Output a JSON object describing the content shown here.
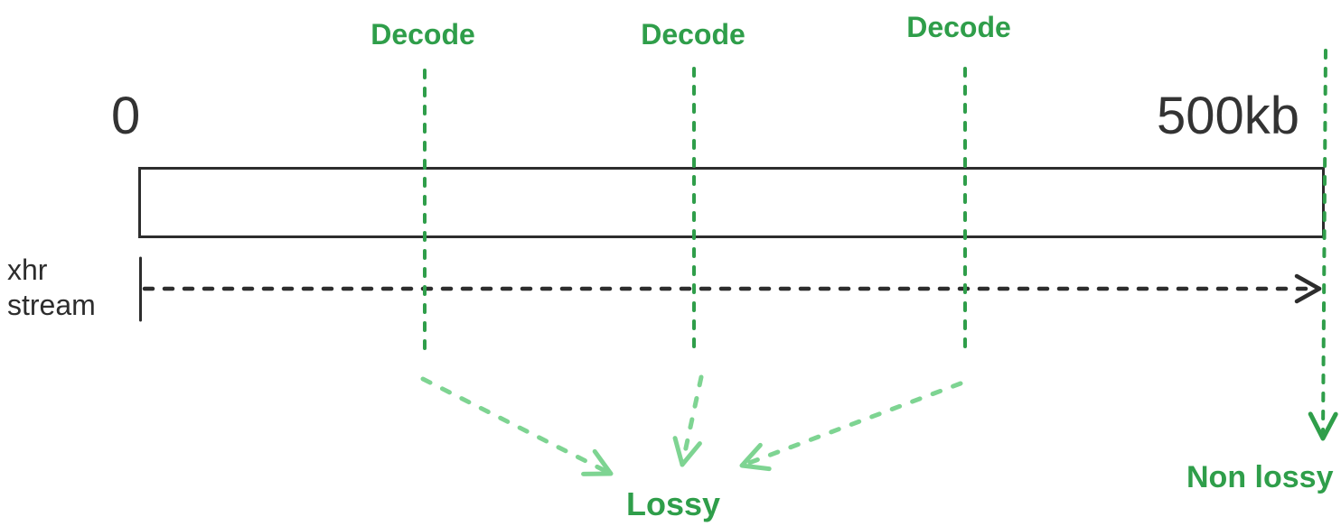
{
  "colors": {
    "green": "#2f9e4a",
    "light-green": "#7ed492",
    "dark": "#2d2d2d",
    "axis-gray": "#333333"
  },
  "timeline": {
    "start_label": "0",
    "end_label": "500kb",
    "stream_label_line1": "xhr",
    "stream_label_line2": "stream"
  },
  "decode_markers": [
    {
      "label": "Decode"
    },
    {
      "label": "Decode"
    },
    {
      "label": "Decode"
    }
  ],
  "outcomes": {
    "lossy_label": "Lossy",
    "non_lossy_label": "Non lossy"
  }
}
